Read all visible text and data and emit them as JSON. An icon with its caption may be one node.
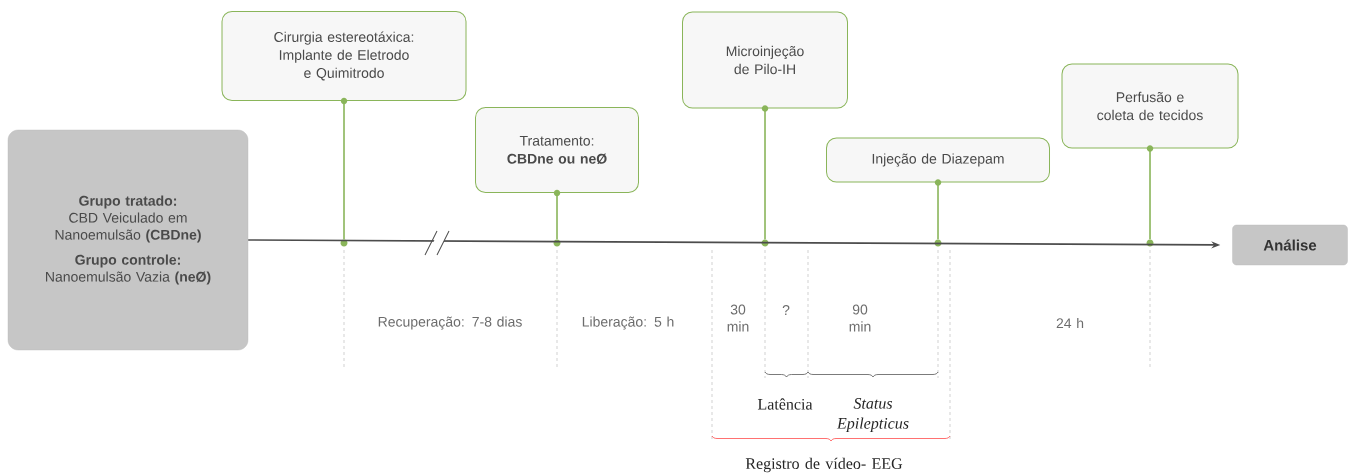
{
  "diagram": {
    "nodes": [
      {
        "text": [
          "Grupo tratado:",
          "CBD Veiculado em Nanoemulsão **(CBDne)**",
          "Grupo controle:",
          "Nanoemulsão Vazia **(neØ)**"
        ]
      },
      {
        "text": [
          "Cirurgia estereotáxica: Implante de Eletrodo e Quimitrodo"
        ]
      },
      {
        "text": [
          "Tratamento:",
          "CBDne ou neØ"
        ]
      },
      {
        "text": [
          "Microinjeção de Pilo-IH"
        ]
      },
      {
        "text": [
          "Injeção de Diazepam"
        ]
      },
      {
        "text": [
          "Perfusão e coleta de tecidos"
        ]
      },
      {
        "text": [
          "Análise"
        ]
      },
      {
        "text": [],
        "shape": "circle"
      },
      {
        "text": [],
        "shape": "circle"
      },
      {
        "text": [],
        "shape": "circle"
      },
      {
        "text": [],
        "shape": "circle"
      },
      {
        "text": [],
        "shape": "circle"
      }
    ],
    "edges": [
      {
        "from": 0,
        "to": 6,
        "arrow": "to",
        "color": "#4c4c4c"
      },
      {
        "from": 1,
        "to": 7,
        "arrow": "none"
      },
      {
        "from": 2,
        "to": 8,
        "arrow": "none"
      },
      {
        "from": 3,
        "to": 9,
        "arrow": "none"
      },
      {
        "from": 4,
        "to": 10,
        "arrow": "none"
      },
      {
        "from": 5,
        "to": 11,
        "arrow": "none"
      }
    ],
    "labels": [
      "Recuperação: 7-8 dias",
      "Liberação: 5 h",
      "30 min",
      "?",
      "90 min",
      "24 h",
      "Latência",
      "Status Epilepticus",
      "Registro de vídeo- EEG"
    ]
  }
}
